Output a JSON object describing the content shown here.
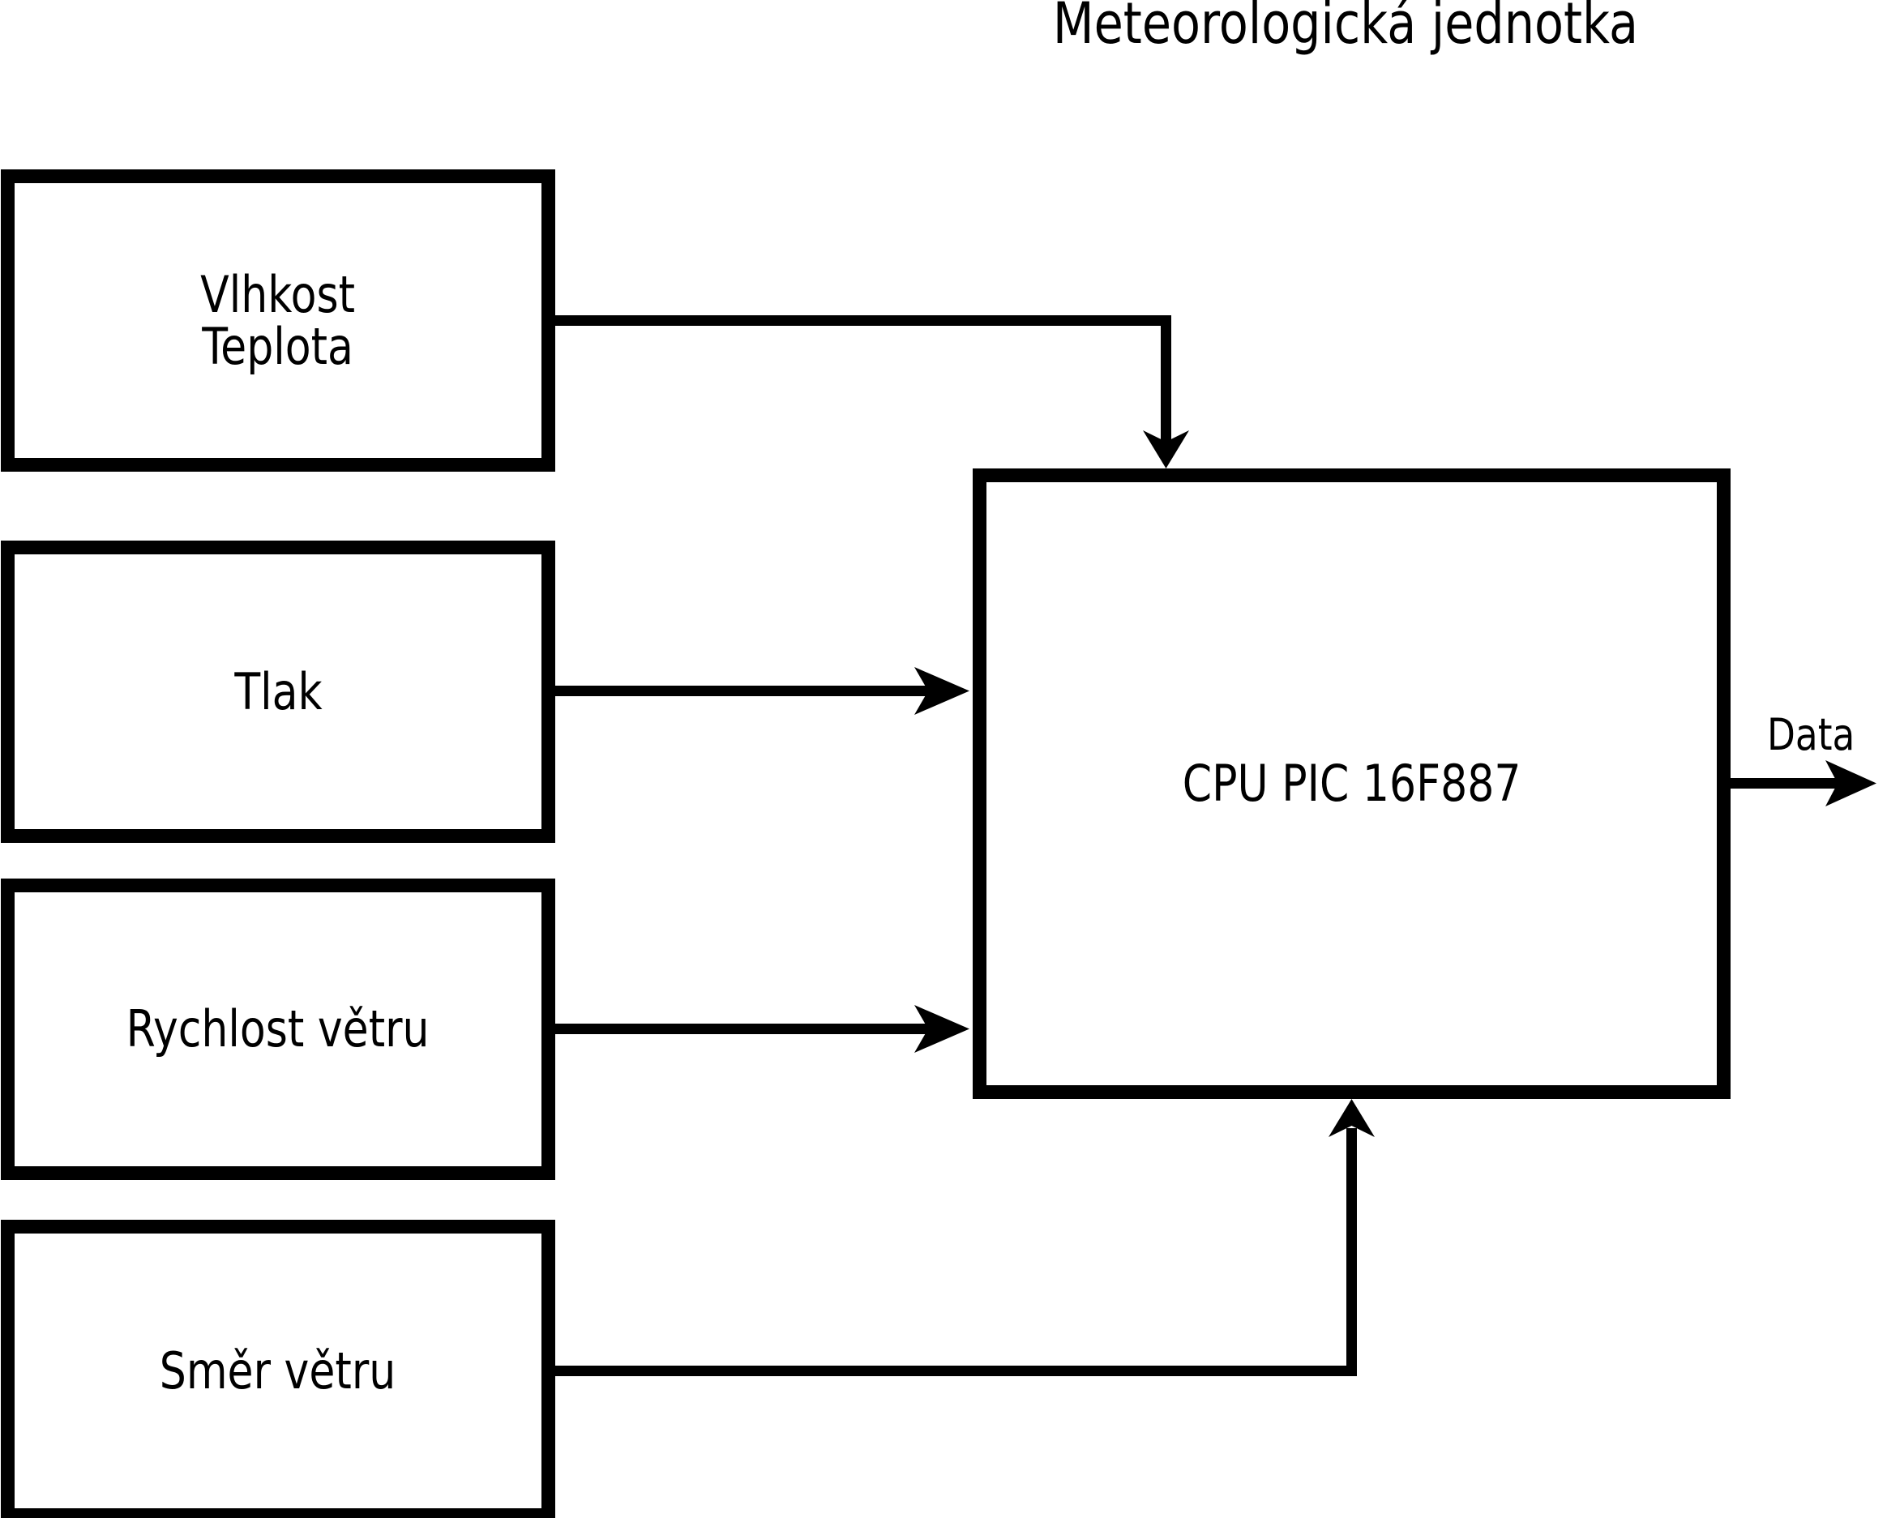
{
  "page": {
    "background": "#ffffff",
    "ink": "#000000"
  },
  "diagram": {
    "title": "Meteorologická jednotka",
    "sensors": [
      {
        "id": "vlhkost-teplota",
        "label_lines": [
          "Vlhkost",
          "Teplota"
        ]
      },
      {
        "id": "tlak",
        "label_lines": [
          "Tlak"
        ]
      },
      {
        "id": "rychlost-vetru",
        "label_lines": [
          "Rychlost větru"
        ]
      },
      {
        "id": "smer-vetru",
        "label_lines": [
          "Směr větru"
        ]
      }
    ],
    "cpu": {
      "label": "CPU PIC 16F887"
    },
    "output": {
      "label": "Data"
    }
  }
}
